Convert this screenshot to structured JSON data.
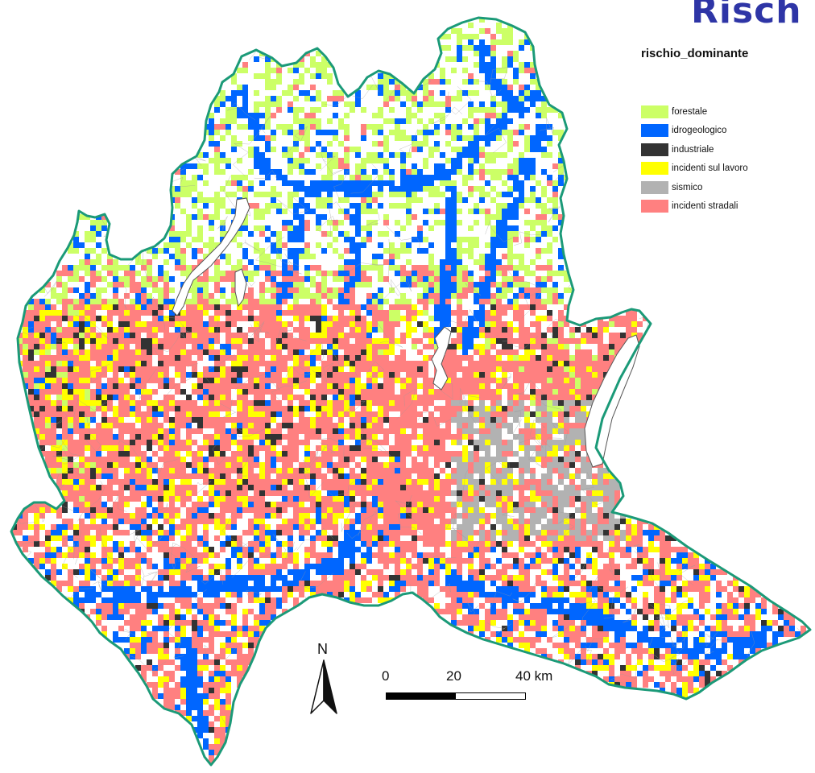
{
  "map": {
    "title": "Risch",
    "legend_title": "rischio_dominante",
    "legend": [
      {
        "label": "forestale",
        "color": "#ccff66"
      },
      {
        "label": "idrogeologico",
        "color": "#0066ff"
      },
      {
        "label": "industriale",
        "color": "#333333"
      },
      {
        "label": "incidenti sul lavoro",
        "color": "#ffff00"
      },
      {
        "label": "sismico",
        "color": "#b2b2b2"
      },
      {
        "label": "incidenti stradali",
        "color": "#ff8080"
      }
    ],
    "north_label": "N",
    "scale": {
      "labels": [
        "0",
        "20",
        "40 km"
      ]
    },
    "colors": {
      "border": "#1b9a78",
      "lake_fill": "#ffffff",
      "lake_stroke": "#555555",
      "background": "#ffffff",
      "title": "#2e35a6"
    }
  }
}
